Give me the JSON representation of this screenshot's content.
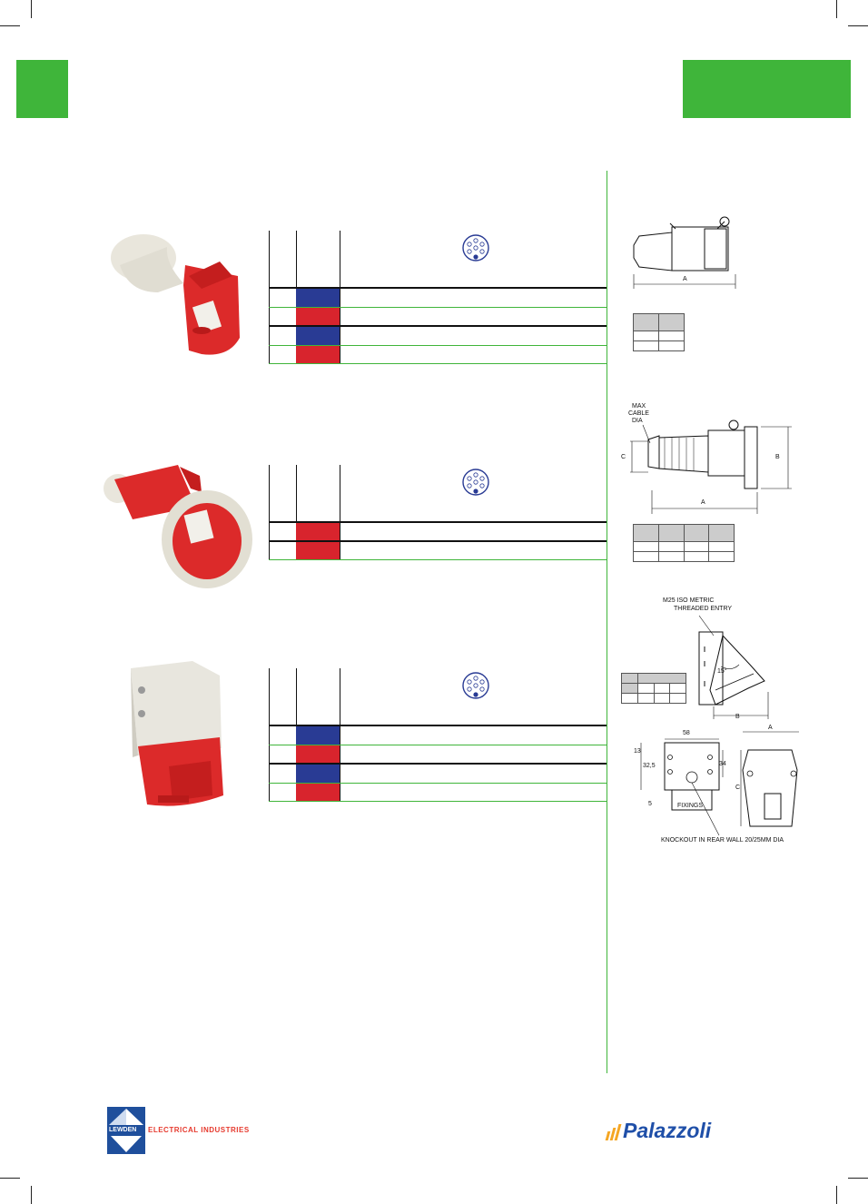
{
  "colors": {
    "accent_green": "#3fb53a",
    "blue": "#293b94",
    "red": "#d8242d"
  },
  "products": [
    {
      "image_icon": "red-socket-connector-icon"
    },
    {
      "image_icon": "red-round-connector-icon"
    },
    {
      "image_icon": "wall-mounted-socket-icon"
    }
  ],
  "drawings": {
    "connector1": {
      "dim_a": "A"
    },
    "connector2": {
      "max_cable": "MAX",
      "cable": "CABLE",
      "dia": "DIA",
      "dim_a": "A",
      "dim_b": "B",
      "dim_c": "C"
    },
    "wall_socket": {
      "entry_line1": "M25 ISO METRIC",
      "entry_line2": "THREADED ENTRY",
      "angle": "15°",
      "dim_a": "A",
      "dim_b": "B",
      "dim_c": "C",
      "dim_58": "58",
      "dim_13": "13",
      "dim_32_5": "32,5",
      "dim_34": "34",
      "dim_5": "5",
      "fixings": "FIXINGS",
      "knockout": "KNOCKOUT IN REAR WALL 20/25MM DIA"
    }
  },
  "footer": {
    "lewden_logo_text": "LEWDEN",
    "lewden_tagline": "ELECTRICAL INDUSTRIES",
    "palazzoli_logo": "Palazzoli"
  }
}
